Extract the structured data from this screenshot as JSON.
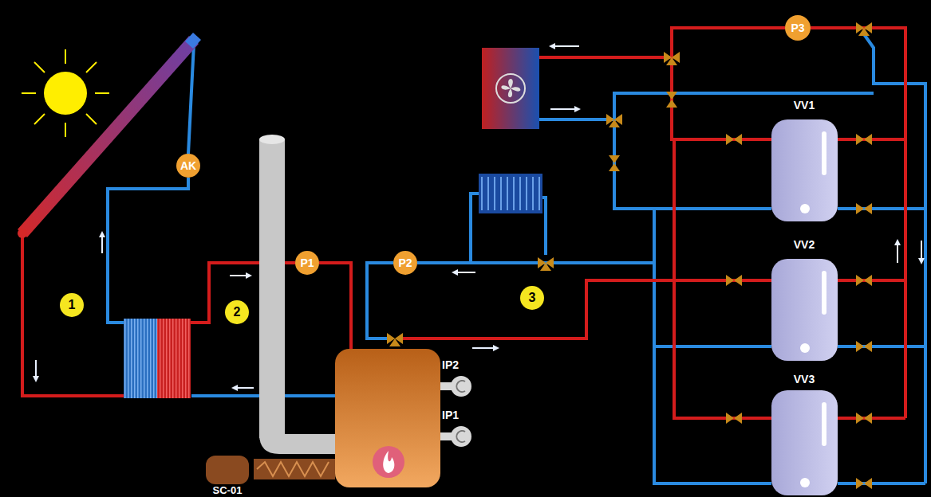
{
  "diagram": {
    "nodes": [
      {
        "text": [
          "AK"
        ]
      },
      {
        "text": [
          "P1"
        ]
      },
      {
        "text": [
          "P2"
        ]
      },
      {
        "text": [
          "P3"
        ]
      },
      {
        "text": [
          "VV1"
        ]
      },
      {
        "text": [
          "VV2"
        ]
      },
      {
        "text": [
          "VV3"
        ]
      },
      {
        "text": [
          "IP2"
        ]
      },
      {
        "text": [
          "IP1"
        ]
      },
      {
        "text": [
          "SC-01"
        ]
      }
    ],
    "labels": [
      "1",
      "2",
      "3"
    ]
  }
}
